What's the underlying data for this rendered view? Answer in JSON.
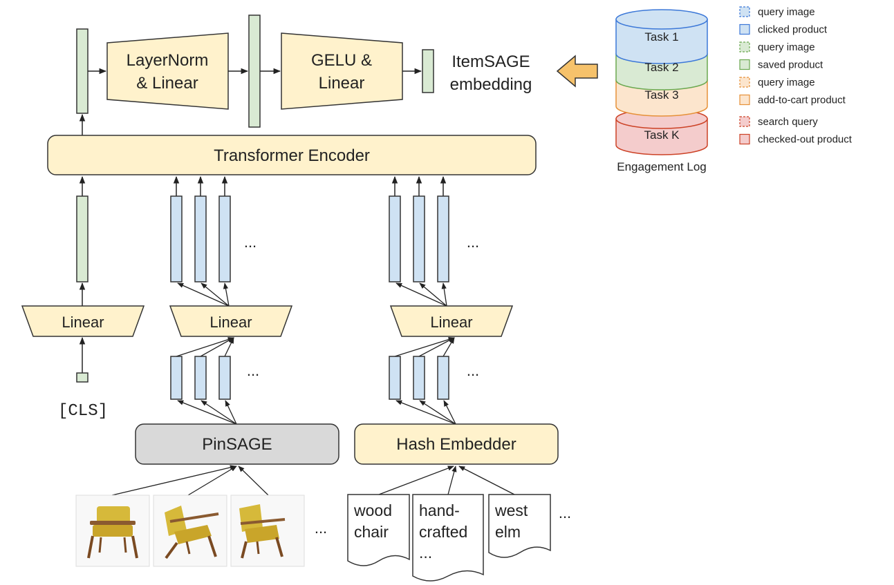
{
  "colors": {
    "green_vec": "#d9ead3",
    "blue_vec": "#cfe2f3",
    "yellow_box": "#fff2cc",
    "gray_box": "#d9d9d9",
    "task1": "#cfe2f3",
    "task2": "#d9ead3",
    "task3": "#fce5cd",
    "taskK": "#f4cccc",
    "arrow_fill": "#f6c26b",
    "stroke": "#333333"
  },
  "top": {
    "layernorm_line1": "LayerNorm",
    "layernorm_line2": "& Linear",
    "gelu_line1": "GELU &",
    "gelu_line2": "Linear",
    "output_line1": "ItemSAGE",
    "output_line2": "embedding"
  },
  "transformer": {
    "label": "Transformer Encoder"
  },
  "linear_labels": [
    "Linear",
    "Linear",
    "Linear"
  ],
  "ellipsis": "...",
  "cls_token": "[CLS]",
  "pinsage": {
    "label": "PinSAGE"
  },
  "hash_embedder": {
    "label": "Hash Embedder"
  },
  "images_ellipsis": "...",
  "text_docs": [
    {
      "lines": [
        "wood",
        "chair"
      ]
    },
    {
      "lines": [
        "hand-",
        "crafted",
        "..."
      ]
    },
    {
      "lines": [
        "west",
        "elm"
      ]
    }
  ],
  "docs_ellipsis": "...",
  "engagement_log": {
    "tasks": [
      "Task 1",
      "Task 2",
      "Task 3",
      "Task K"
    ],
    "caption": "Engagement Log"
  },
  "legend": [
    {
      "label": "query image",
      "color": "#cfe2f3",
      "stroke": "#3c78d8",
      "dashed": true
    },
    {
      "label": "clicked product",
      "color": "#cfe2f3",
      "stroke": "#3c78d8",
      "dashed": false
    },
    {
      "label": "query image",
      "color": "#d9ead3",
      "stroke": "#6aa84f",
      "dashed": true
    },
    {
      "label": "saved product",
      "color": "#d9ead3",
      "stroke": "#6aa84f",
      "dashed": false
    },
    {
      "label": "query image",
      "color": "#fce5cd",
      "stroke": "#e69138",
      "dashed": true
    },
    {
      "label": "add-to-cart product",
      "color": "#fce5cd",
      "stroke": "#e69138",
      "dashed": false
    },
    {
      "label": "search query",
      "color": "#f4cccc",
      "stroke": "#cc4125",
      "dashed": true
    },
    {
      "label": "checked-out product",
      "color": "#f4cccc",
      "stroke": "#cc4125",
      "dashed": false
    }
  ]
}
